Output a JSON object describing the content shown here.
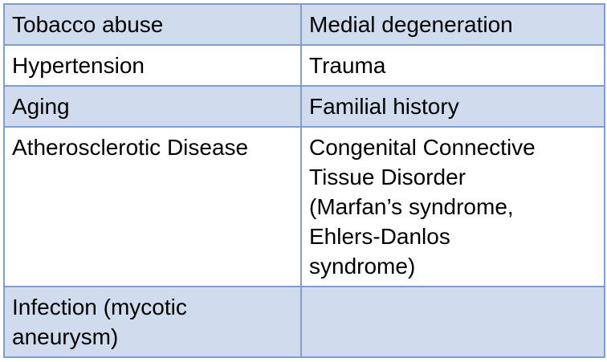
{
  "table": {
    "rows": [
      [
        "Tobacco abuse",
        "Medial degeneration"
      ],
      [
        "Hypertension",
        "Trauma"
      ],
      [
        "Aging",
        "Familial history"
      ],
      [
        "Atherosclerotic Disease",
        "Congenital Connective\nTissue Disorder\n(Marfan’s syndrome,\nEhlers-Danlos\nsyndrome)"
      ],
      [
        "Infection (mycotic\naneurysm)",
        ""
      ]
    ],
    "colors": {
      "shaded_row": "#d0dcee",
      "plain_row": "#ffffff",
      "border": "#7f9ec9"
    }
  }
}
